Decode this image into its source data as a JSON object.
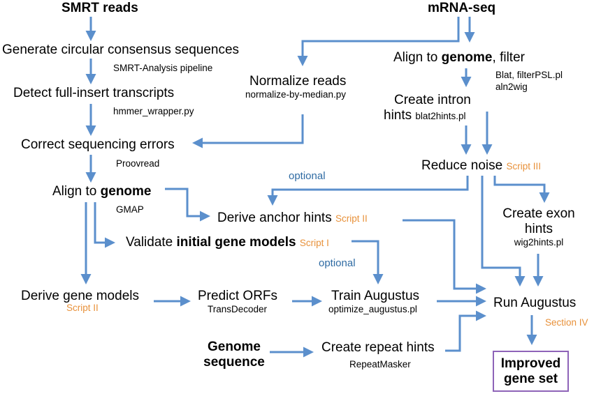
{
  "nodes": {
    "smrt_reads": "SMRT reads",
    "mrna_seq": "mRNA-seq",
    "generate_ccs": "Generate circular consensus sequences",
    "smrt_pipeline": "SMRT-Analysis pipeline",
    "detect_full_insert": "Detect full-insert transcripts",
    "hmmer_wrapper": "hmmer_wrapper.py",
    "correct_errors": "Correct sequencing errors",
    "proovread": "Proovread",
    "align_genome_left_prefix": "Align to ",
    "align_genome_left_bold": "genome",
    "gmap": "GMAP",
    "validate_prefix": "Validate ",
    "validate_bold": "initial gene models",
    "validate_script": "Script I",
    "derive_gene_models": "Derive gene models",
    "derive_gene_script": "Script II",
    "predict_orfs": "Predict ORFs",
    "transdecoder": "TransDecoder",
    "train_augustus": "Train Augustus",
    "optimize_augustus": "optimize_augustus.pl",
    "genome_line1": "Genome",
    "genome_line2": "sequence",
    "create_repeat_hints": "Create repeat hints",
    "repeatmasker": "RepeatMasker",
    "normalize_reads": "Normalize reads",
    "normalize_tool": "normalize-by-median.py",
    "align_genome_right_prefix": "Align to ",
    "align_genome_right_bold": "genome",
    "align_genome_right_suffix": ", filter",
    "blat_filter": "Blat, filterPSL.pl",
    "aln2wig": "aln2wig",
    "create_intron_line1": "Create intron",
    "create_intron_line2": "hints ",
    "blat2hints": "blat2hints.pl",
    "reduce_noise": "Reduce noise ",
    "reduce_noise_script": "Script III",
    "optional_1": "optional",
    "derive_anchor": "Derive anchor hints ",
    "derive_anchor_script": "Script II",
    "create_exon_line1": "Create exon",
    "create_exon_line2": "hints",
    "wig2hints": "wig2hints.pl",
    "optional_2": "optional",
    "run_augustus": "Run Augustus",
    "section_iv": "Section IV",
    "improved_line1": "Improved",
    "improved_line2": "gene set"
  },
  "colors": {
    "arrow": "#5b8fcc",
    "script_label": "#e8913a",
    "optional_label": "#2f6ba3",
    "final_box_border": "#8e63b8"
  }
}
